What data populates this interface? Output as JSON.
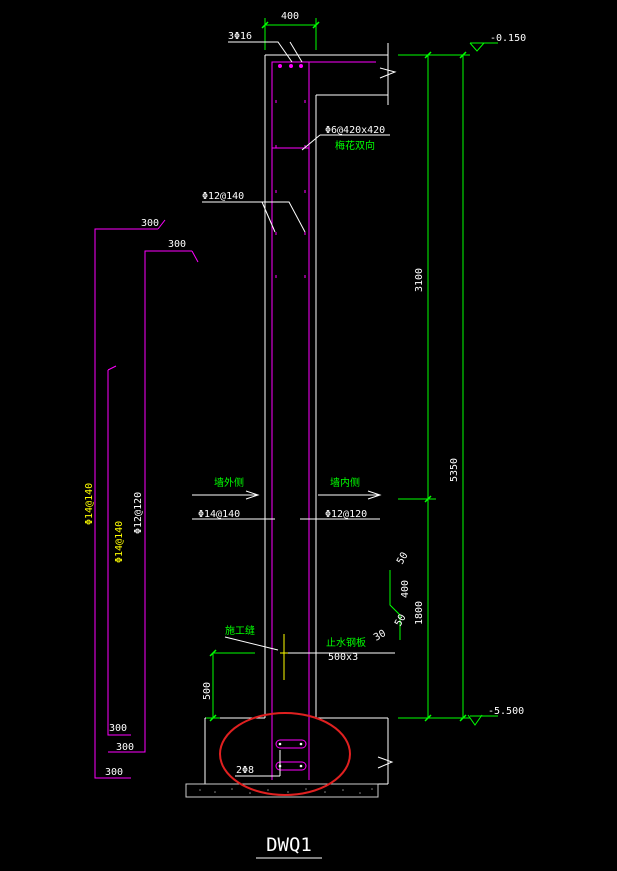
{
  "drawing": {
    "title": "DWQ1",
    "colors": {
      "background": "#000000",
      "outline": "#ffffff",
      "rebar": "#ff00ff",
      "dimension": "#00ff00",
      "annotation": "#00ff00",
      "rebar_label": "#ffff00",
      "highlight": "#e02020"
    },
    "dimensions": {
      "wall_width": "400",
      "total_height": "5350",
      "upper_height": "3100",
      "lower_height": "1800",
      "hook_300_a": "300",
      "hook_300_b": "300",
      "foot_300_a": "300",
      "foot_300_b": "300",
      "foot_300_c": "300",
      "stop_height": "500",
      "chamfer_400": "400",
      "chamfer_50_a": "50",
      "chamfer_50_b": "50",
      "chamfer_angle": "30"
    },
    "elevations": {
      "top": "-0.150",
      "bottom": "-5.500"
    },
    "labels": {
      "top_bars": "3Φ16",
      "tie_bars": "Φ6@420x420",
      "tie_note": "梅花双向",
      "dist_bars": "Φ12@140",
      "outer_side": "墙外侧",
      "inner_side": "墙内侧",
      "outer_bars": "Φ14@140",
      "inner_bars": "Φ12@120",
      "cjoint": "施工缝",
      "waterstop": "止水钢板",
      "waterstop_size": "500x3",
      "bottom_bars": "2Φ8",
      "left_bar_1": "Φ14@140",
      "left_bar_2": "Φ14@140",
      "left_bar_3": "Φ12@120"
    }
  }
}
